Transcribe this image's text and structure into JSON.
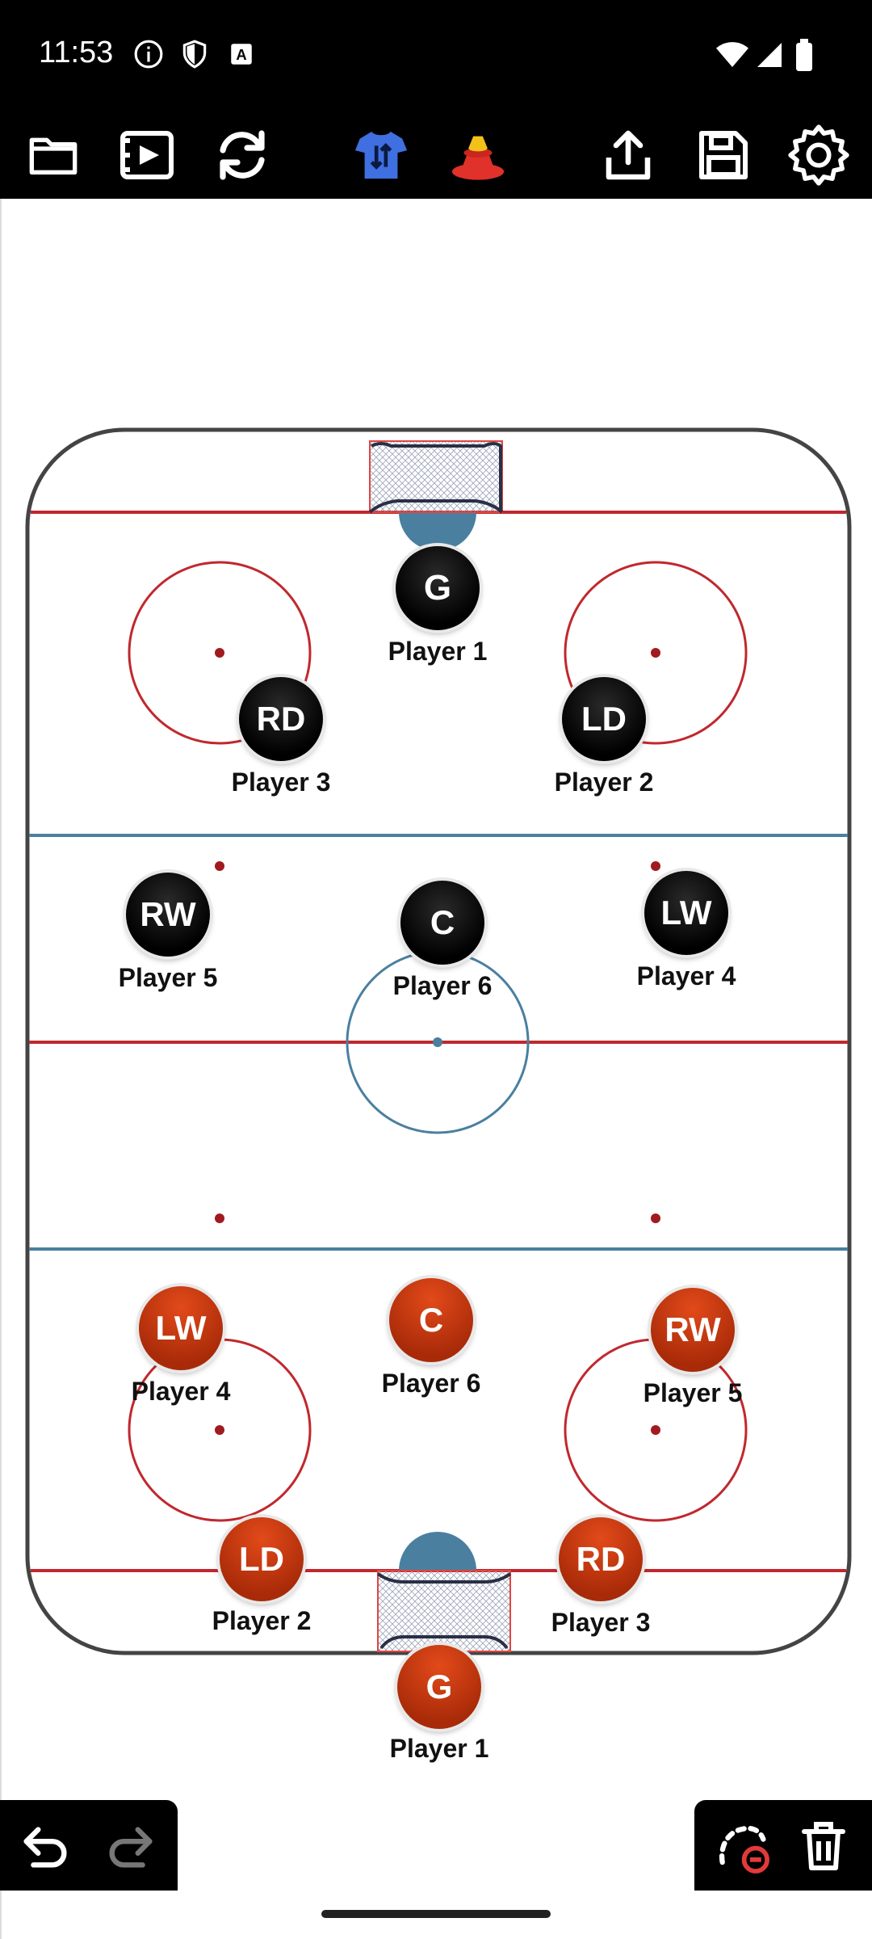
{
  "status_bar": {
    "time": "11:53",
    "icons": [
      "info-icon",
      "shield-icon",
      "keyboard-a-icon",
      "wifi-icon",
      "signal-icon",
      "battery-icon"
    ]
  },
  "toolbar": {
    "buttons": [
      "folder-icon",
      "video-play-icon",
      "refresh-icon",
      "jersey-swap-icon",
      "cones-icon",
      "share-icon",
      "save-icon",
      "settings-icon"
    ],
    "colors": {
      "jersey": "#3f6fe0",
      "cone_top": "#f2c21a",
      "cone_bottom": "#e0312a"
    }
  },
  "rink": {
    "board_color": "#444444",
    "red_line": "#c0282e",
    "blue_line": "#4a7fa0"
  },
  "team_dark": {
    "color": "#000000",
    "players": [
      {
        "pos": "G",
        "name": "Player 1"
      },
      {
        "pos": "RD",
        "name": "Player 3"
      },
      {
        "pos": "LD",
        "name": "Player 2"
      },
      {
        "pos": "RW",
        "name": "Player 5"
      },
      {
        "pos": "C",
        "name": "Player 6"
      },
      {
        "pos": "LW",
        "name": "Player 4"
      }
    ]
  },
  "team_red": {
    "color": "#c23a12",
    "players": [
      {
        "pos": "LW",
        "name": "Player 4"
      },
      {
        "pos": "C",
        "name": "Player 6"
      },
      {
        "pos": "RW",
        "name": "Player 5"
      },
      {
        "pos": "LD",
        "name": "Player 2"
      },
      {
        "pos": "RD",
        "name": "Player 3"
      },
      {
        "pos": "G",
        "name": "Player 1"
      }
    ]
  },
  "bottom_bar": {
    "left": [
      "undo-icon",
      "redo-icon"
    ],
    "right": [
      "remove-path-icon",
      "trash-icon"
    ]
  }
}
